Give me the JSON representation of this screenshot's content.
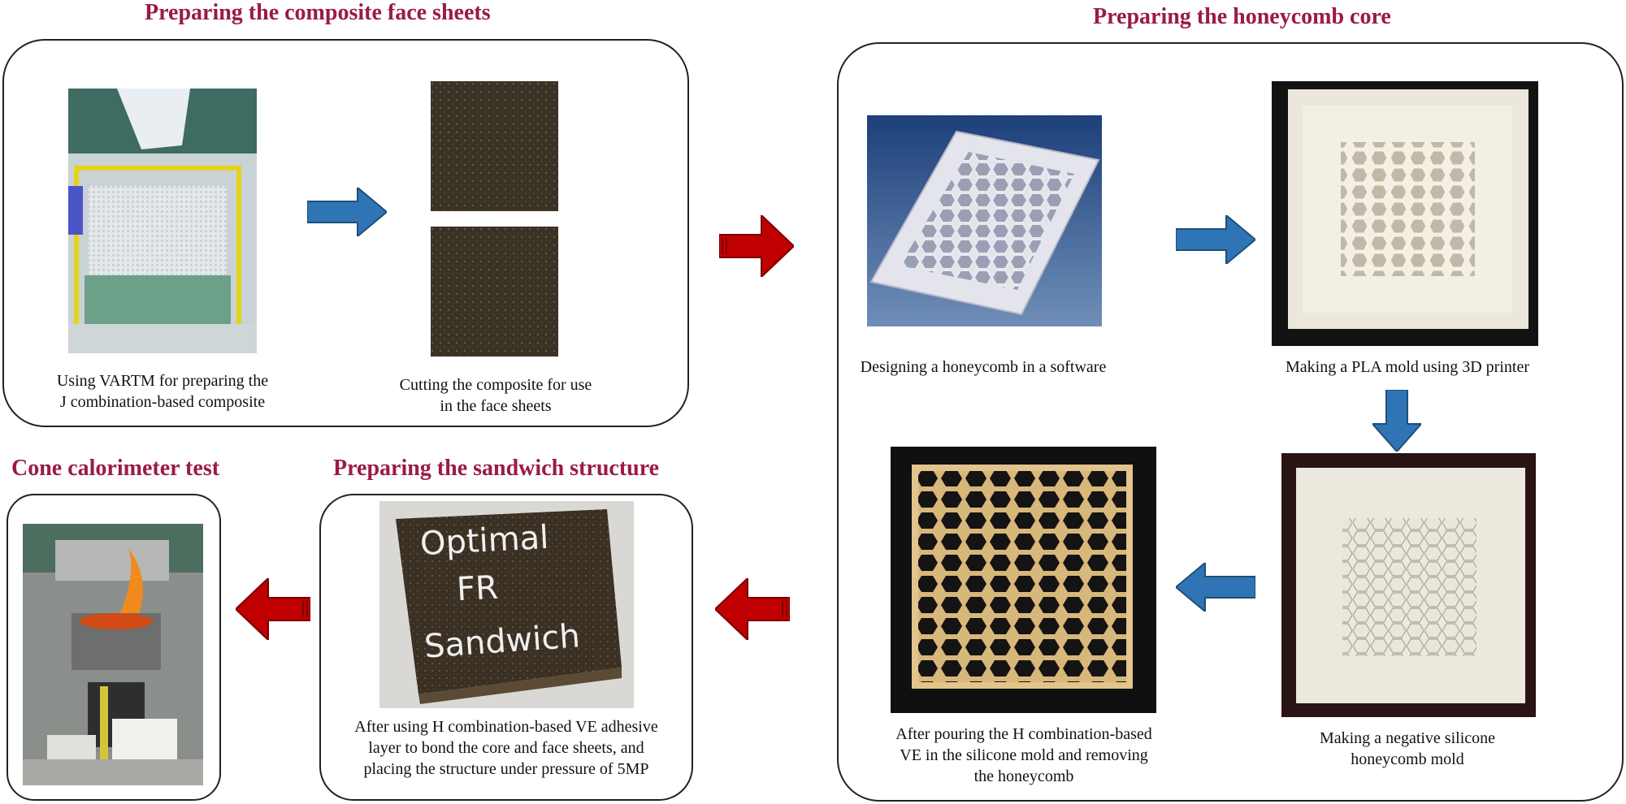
{
  "sections": {
    "face_sheets": "Preparing the composite face sheets",
    "honeycomb": "Preparing the honeycomb core",
    "cone": "Cone calorimeter test",
    "sandwich": "Preparing the sandwich structure"
  },
  "captions": {
    "vartm": "Using VARTM for preparing the\nJ combination-based composite",
    "cutting": "Cutting the composite for use\nin the face sheets",
    "design": "Designing a honeycomb in a software",
    "pla": "Making a PLA mold using 3D printer",
    "silicone": "Making a negative silicone\nhoneycomb mold",
    "pouring": "After pouring the H combination-based\nVE in the silicone mold and removing\nthe honeycomb",
    "adhesive": "After using H combination-based VE adhesive\nlayer to bond the core and face sheets, and\nplacing the structure under pressure of 5MP"
  },
  "sample_label": [
    "Optimal",
    "FR",
    "Sandwich"
  ],
  "colors": {
    "title": "#9a1b45",
    "blue_arrow": "#2f75b5",
    "red_arrow": "#c00000",
    "border": "#222222"
  }
}
